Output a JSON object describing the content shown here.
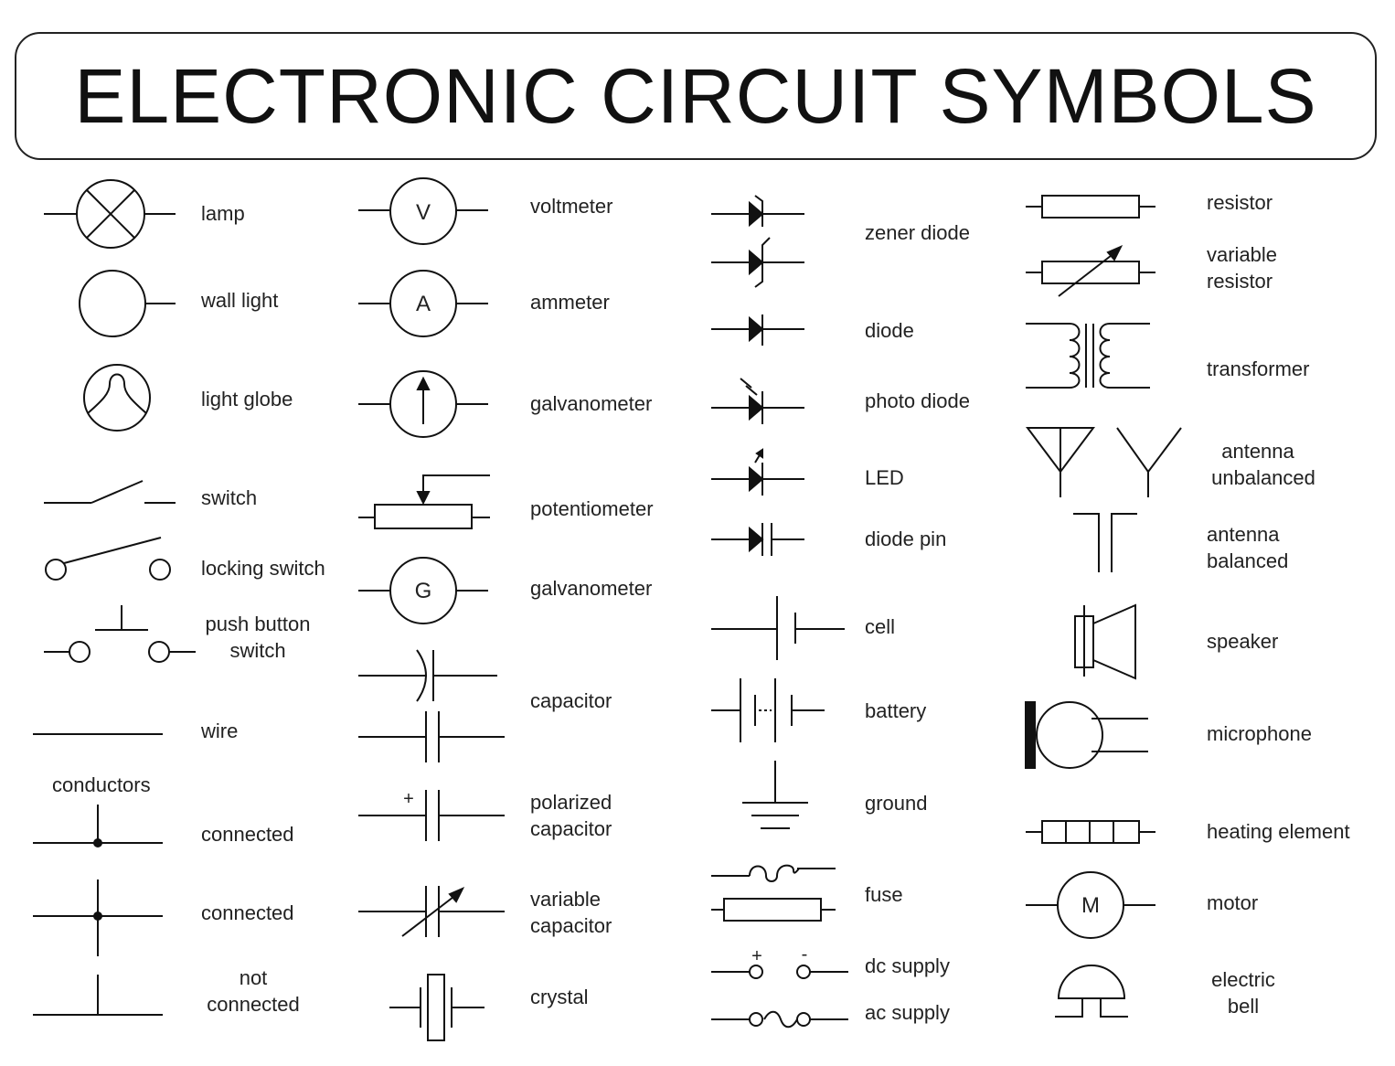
{
  "title": "ELECTRONIC CIRCUIT SYMBOLS",
  "labels": {
    "lamp": "lamp",
    "wall_light": "wall light",
    "light_globe": "light globe",
    "switch": "switch",
    "locking_switch": "locking switch",
    "push_button_1": "push button",
    "push_button_2": "switch",
    "wire": "wire",
    "conductors": "conductors",
    "connected_1": "connected",
    "connected_2": "connected",
    "not_connected_1": "not",
    "not_connected_2": "connected",
    "voltmeter": "voltmeter",
    "ammeter": "ammeter",
    "galvanometer_1": "galvanometer",
    "potentiometer": "potentiometer",
    "galvanometer_2": "galvanometer",
    "capacitor": "capacitor",
    "polarized_1": "polarized",
    "polarized_2": "capacitor",
    "variable_cap_1": "variable",
    "variable_cap_2": "capacitor",
    "crystal": "crystal",
    "zener_diode": "zener diode",
    "diode": "diode",
    "photo_diode": "photo diode",
    "led": "LED",
    "diode_pin": "diode pin",
    "cell": "cell",
    "battery": "battery",
    "ground": "ground",
    "fuse": "fuse",
    "dc_supply": "dc supply",
    "ac_supply": "ac supply",
    "resistor": "resistor",
    "variable_res_1": "variable",
    "variable_res_2": "resistor",
    "transformer": "transformer",
    "antenna_unbal_1": "antenna",
    "antenna_unbal_2": "unbalanced",
    "antenna_bal_1": "antenna",
    "antenna_bal_2": "balanced",
    "speaker": "speaker",
    "microphone": "microphone",
    "heating_element": "heating element",
    "motor": "motor",
    "electric_bell_1": "electric",
    "electric_bell_2": "bell"
  },
  "symbol_letters": {
    "voltmeter": "V",
    "ammeter": "A",
    "galvanometer_g": "G",
    "motor": "M",
    "plus": "+",
    "minus": "-"
  }
}
